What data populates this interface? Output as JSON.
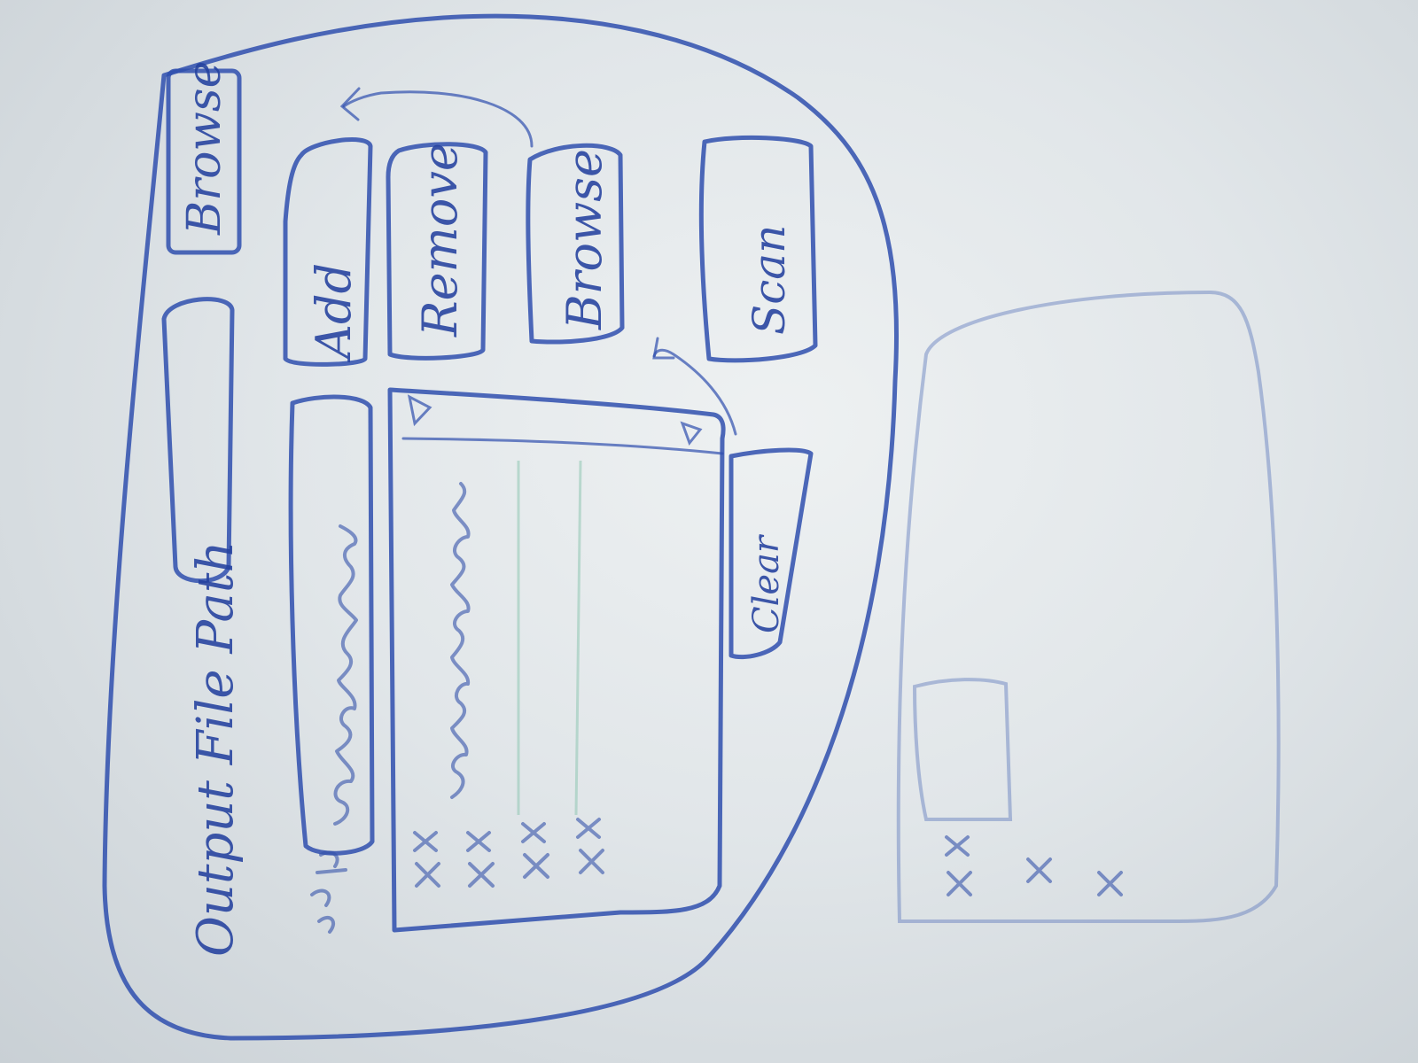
{
  "sketch": {
    "output_label": "Output File Path",
    "browse_top_label": "Browse",
    "add_label": "Add",
    "remove_label": "Remove",
    "browse_label": "Browse",
    "scan_label": "Scan",
    "clear_label": "Clear"
  },
  "icons": {
    "arrow": "arrow-icon",
    "dropdown": "dropdown-arrow-icon"
  },
  "colors": {
    "ink": "#2f4fae",
    "board": "#e6eaec",
    "grid": "#8fc7b2"
  }
}
